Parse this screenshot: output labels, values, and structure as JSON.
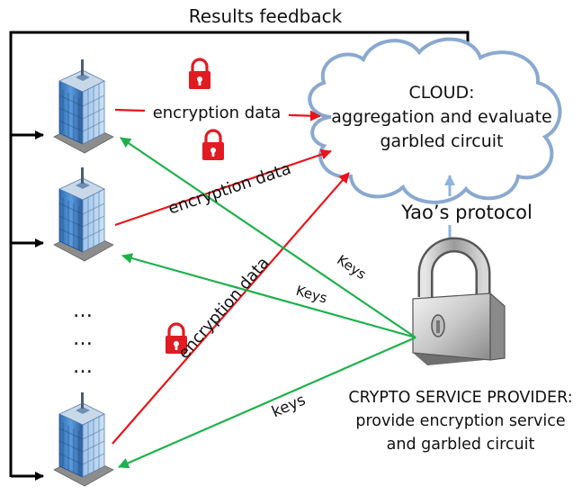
{
  "title": "Results feedback",
  "cloud": {
    "line1": "CLOUD:",
    "line2": "aggregation and evaluate",
    "line3": "garbled circuit"
  },
  "protocol": "Yao’s protocol",
  "csp": {
    "line1": "CRYPTO SERVICE PROVIDER:",
    "line2": "provide encryption service",
    "line3": "and garbled circuit"
  },
  "edges": {
    "enc1": "encryption data",
    "enc2": "encryption data",
    "enc3": "encryption data",
    "keys1": "Keys",
    "keys2": "Keys",
    "keys3": "keys"
  },
  "ellipsis": [
    "…",
    "…",
    "…"
  ],
  "colors": {
    "red_arrow": "#e8141b",
    "green_arrow": "#1db14b",
    "blue_arrow": "#8fb3de",
    "cloud_stroke": "#8aa9d0",
    "cloud_fill": "#ffffff",
    "lock_icon": "#e11b22"
  },
  "icons": [
    "building-icon",
    "padlock-icon",
    "lock-icon",
    "cloud-icon"
  ]
}
